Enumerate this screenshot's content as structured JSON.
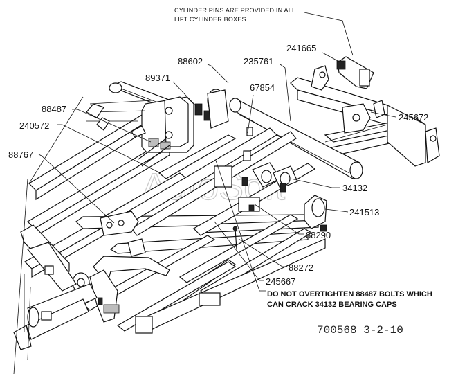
{
  "diagram": {
    "watermark": "AutoSoft",
    "note_top_line1": "CYLINDER PINS ARE PROVIDED IN ALL",
    "note_top_line2": "LIFT CYLINDER BOXES",
    "warning_line1": "DO NOT OVERTIGHTEN 88487 BOLTS WHICH",
    "warning_line2": "CAN CRACK 34132 BEARING CAPS",
    "doc_number": "700568  3-2-10",
    "callouts": [
      {
        "id": "c-241665",
        "label": "241665"
      },
      {
        "id": "c-235761",
        "label": "235761"
      },
      {
        "id": "c-88602",
        "label": "88602"
      },
      {
        "id": "c-89371",
        "label": "89371"
      },
      {
        "id": "c-67854",
        "label": "67854"
      },
      {
        "id": "c-88487",
        "label": "88487"
      },
      {
        "id": "c-240572",
        "label": "240572"
      },
      {
        "id": "c-88767",
        "label": "88767"
      },
      {
        "id": "c-245672",
        "label": "245672"
      },
      {
        "id": "c-34132",
        "label": "34132"
      },
      {
        "id": "c-241513",
        "label": "241513"
      },
      {
        "id": "c-88290",
        "label": "88290"
      },
      {
        "id": "c-88272",
        "label": "88272"
      },
      {
        "id": "c-245667",
        "label": "245667"
      }
    ]
  }
}
